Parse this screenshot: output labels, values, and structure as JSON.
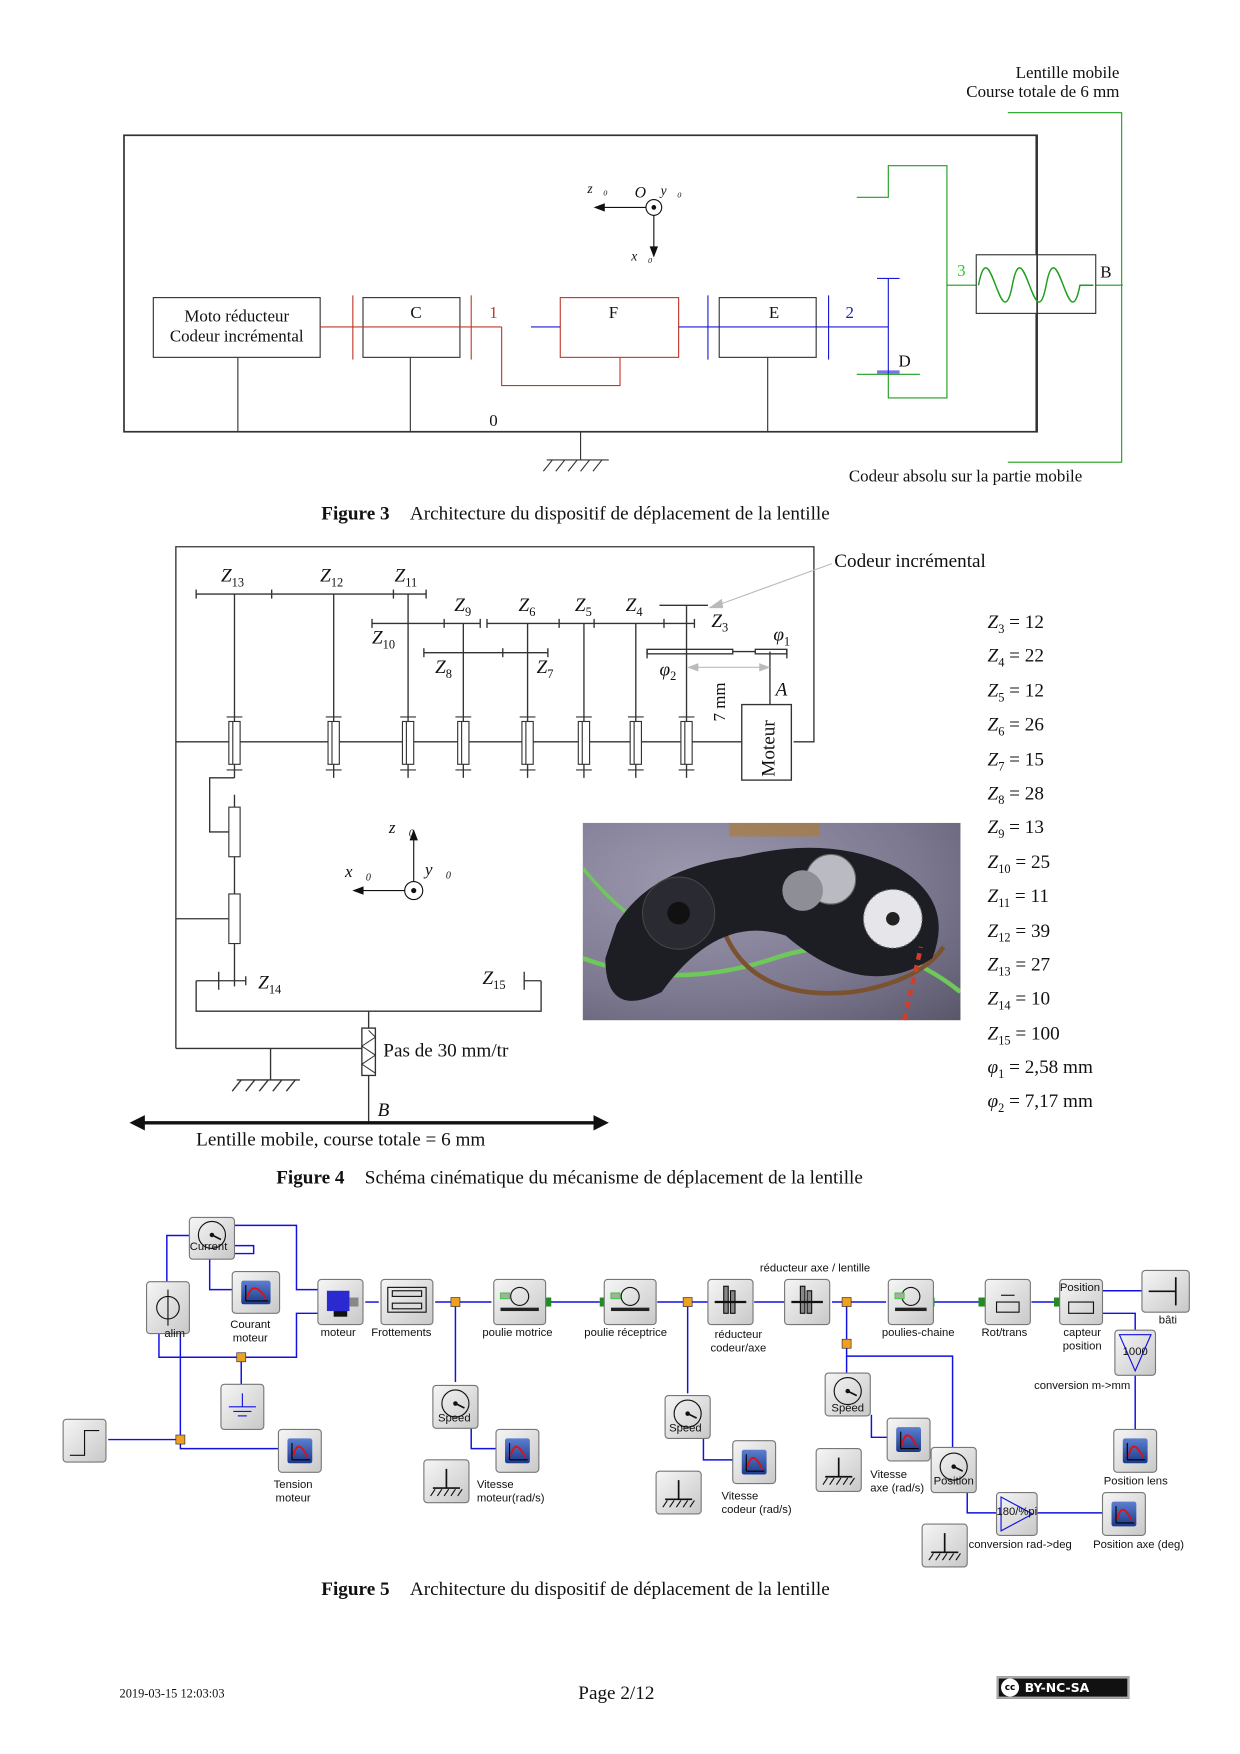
{
  "figure3": {
    "top_label_line1": "Lentille mobile",
    "top_label_line2": "Course totale de 6 mm",
    "bottom_label": "Codeur absolu sur la partie mobile",
    "motor_block_line1": "Moto réducteur",
    "motor_block_line2": "Codeur incrémental",
    "block_c": "C",
    "block_f": "F",
    "block_e": "E",
    "label_d": "D",
    "label_b": "B",
    "label_0": "0",
    "part_1": "1",
    "part_2": "2",
    "part_3": "3",
    "axis_z0": "z⃗₀",
    "axis_x0": "x⃗₀",
    "axis_y0": "y⃗₀",
    "origin": "O",
    "colors": {
      "part1": "#c0392b",
      "part2": "#1a1ad6",
      "part3": "#1e9e1e",
      "part3_label": "#22cc22"
    },
    "caption_number": "Figure 3",
    "caption_text": "Architecture du dispositif de déplacement de la lentille"
  },
  "figure4": {
    "encoder_label": "Codeur incrémental",
    "motor_label": "Moteur",
    "dim_label": "7 mm",
    "point_a": "A",
    "point_b": "B",
    "screw_label": "Pas de 30 mm/tr",
    "lens_label": "Lentille mobile, course totale = 6 mm",
    "axis_z0": "z⃗₀",
    "axis_x0": "x⃗₀",
    "axis_y0": "y⃗₀",
    "gear_labels": {
      "z13": "13",
      "z12": "12",
      "z11": "11",
      "z10": "10",
      "z9": "9",
      "z8": "8",
      "z7": "7",
      "z6": "6",
      "z5": "5",
      "z4": "4",
      "z3": "3",
      "z14": "14",
      "z15": "15",
      "phi1": "1",
      "phi2": "2"
    },
    "equations": [
      {
        "sym": "Z",
        "sub": "3",
        "value": "= 12"
      },
      {
        "sym": "Z",
        "sub": "4",
        "value": "= 22"
      },
      {
        "sym": "Z",
        "sub": "5",
        "value": "= 12"
      },
      {
        "sym": "Z",
        "sub": "6",
        "value": "= 26"
      },
      {
        "sym": "Z",
        "sub": "7",
        "value": "= 15"
      },
      {
        "sym": "Z",
        "sub": "8",
        "value": "= 28"
      },
      {
        "sym": "Z",
        "sub": "9",
        "value": "= 13"
      },
      {
        "sym": "Z",
        "sub": "10",
        "value": "= 25"
      },
      {
        "sym": "Z",
        "sub": "11",
        "value": "= 11"
      },
      {
        "sym": "Z",
        "sub": "12",
        "value": "= 39"
      },
      {
        "sym": "Z",
        "sub": "13",
        "value": "= 27"
      },
      {
        "sym": "Z",
        "sub": "14",
        "value": "= 10"
      },
      {
        "sym": "Z",
        "sub": "15",
        "value": "= 100"
      },
      {
        "sym": "φ",
        "sub": "1",
        "value": "= 2,58 mm"
      },
      {
        "sym": "φ",
        "sub": "2",
        "value": "= 7,17 mm"
      }
    ],
    "photo_alt": "Photo of the lens displacement gear mechanism",
    "caption_number": "Figure 4",
    "caption_text": "Schéma cinématique du mécanisme de déplacement de la lentille"
  },
  "figure5": {
    "blocks": {
      "current_sensor": "Current",
      "alim": "alim",
      "courant_moteur_1": "Courant",
      "courant_moteur_2": "moteur",
      "moteur": "moteur",
      "frottements": "Frottements",
      "poulie_motrice": "poulie motrice",
      "poulie_receptrice": "poulie réceptrice",
      "reducteur_codeur_1": "réducteur",
      "reducteur_codeur_2": "codeur/axe",
      "reducteur_axe": "réducteur axe / lentille",
      "poulies_chaine": "poulies-chaine",
      "rot_trans": "Rot/trans",
      "capteur_position_1": "capteur",
      "capteur_position_2": "position",
      "position_sensor_text": "Position",
      "bati": "bâti",
      "gain_1000": "1000",
      "conversion_m_mm": "conversion m->mm",
      "position_lens": "Position lens",
      "tension_moteur_1": "Tension",
      "tension_moteur_2": "moteur",
      "speed": "Speed",
      "vitesse_moteur_1": "Vitesse",
      "vitesse_moteur_2": "moteur(rad/s)",
      "vitesse_codeur_1": "Vitesse",
      "vitesse_codeur_2": "codeur (rad/s)",
      "vitesse_axe_1": "Vitesse",
      "vitesse_axe_2": "axe (rad/s)",
      "position_rot": "Position",
      "gain_deg": "180/%pi",
      "conversion_rad_deg": "conversion rad->deg",
      "position_axe": "Position axe (deg)"
    },
    "colors": {
      "link": "#1010e0",
      "split": "#f0a020",
      "mech": "#228b22"
    },
    "caption_number": "Figure 5",
    "caption_text": "Architecture du dispositif de déplacement de la lentille"
  },
  "footer": {
    "timestamp": "2019-03-15 12:03:03",
    "page": "Page 2/12",
    "license_cc": "cc",
    "license": "BY-NC-SA"
  }
}
